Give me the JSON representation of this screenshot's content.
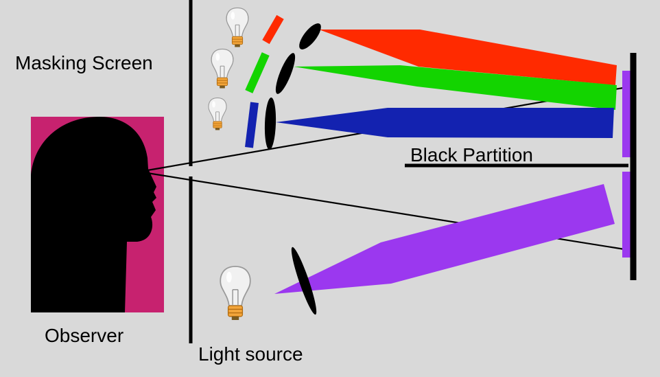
{
  "labels": {
    "masking_screen": "Masking Screen",
    "black_partition": "Black Partition",
    "observer": "Observer",
    "light_source": "Light source"
  },
  "colors": {
    "background": "#d9d9d9",
    "observer_panel": "#c7226f",
    "red": "#ff2a00",
    "green": "#13d400",
    "blue": "#1322b0",
    "violet": "#9b38ef",
    "bulb_base": "#f3a53a"
  },
  "icons": [
    "light-bulb-icon",
    "observer-head-silhouette",
    "lens-icon",
    "filter-icon"
  ]
}
